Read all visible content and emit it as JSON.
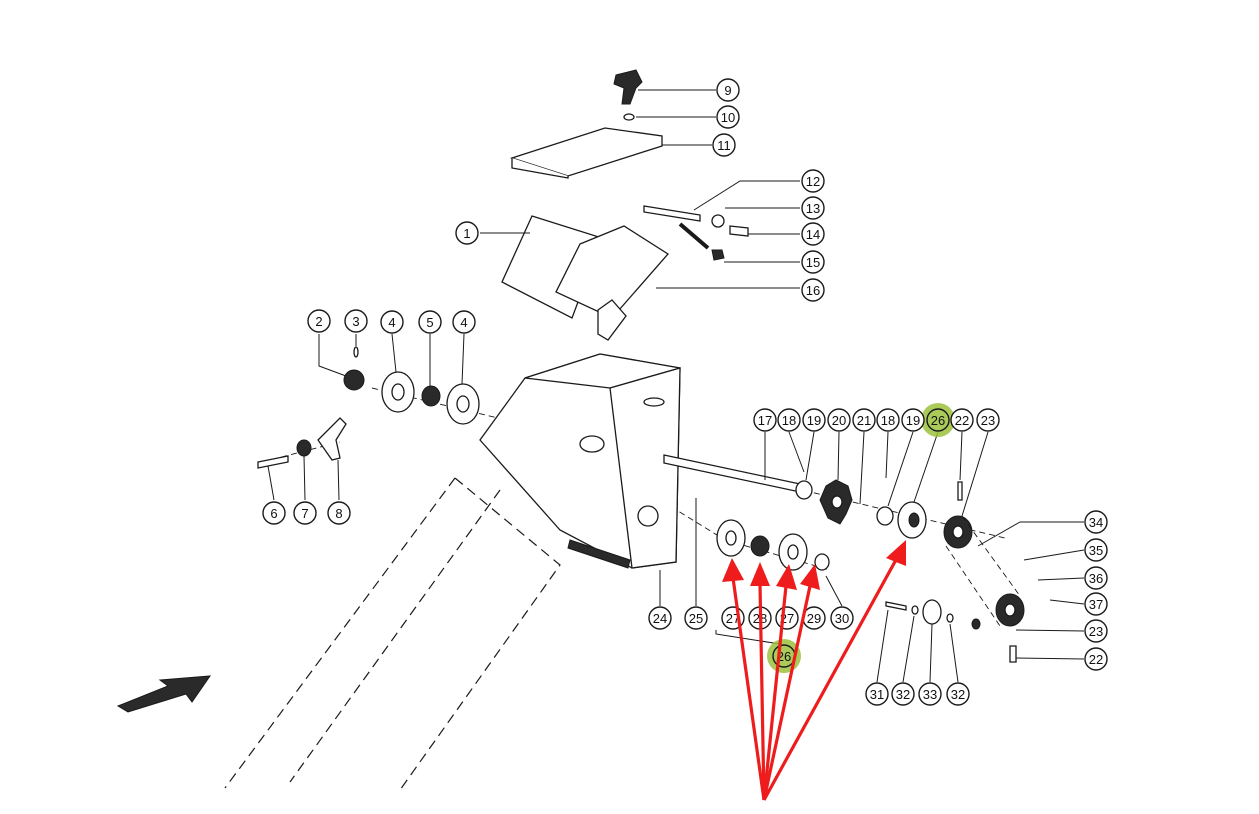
{
  "colors": {
    "highlight": "#9bc13c",
    "arrow": "#ee1c1c",
    "ink": "#1a1a1a"
  },
  "callouts": [
    {
      "id": "c9",
      "label": "9",
      "highlighted": false
    },
    {
      "id": "c10",
      "label": "10",
      "highlighted": false
    },
    {
      "id": "c11",
      "label": "11",
      "highlighted": false
    },
    {
      "id": "c12",
      "label": "12",
      "highlighted": false
    },
    {
      "id": "c13",
      "label": "13",
      "highlighted": false
    },
    {
      "id": "c14",
      "label": "14",
      "highlighted": false
    },
    {
      "id": "c15",
      "label": "15",
      "highlighted": false
    },
    {
      "id": "c16",
      "label": "16",
      "highlighted": false
    },
    {
      "id": "c1",
      "label": "1",
      "highlighted": false
    },
    {
      "id": "c2",
      "label": "2",
      "highlighted": false
    },
    {
      "id": "c3",
      "label": "3",
      "highlighted": false
    },
    {
      "id": "c4a",
      "label": "4",
      "highlighted": false
    },
    {
      "id": "c5",
      "label": "5",
      "highlighted": false
    },
    {
      "id": "c4b",
      "label": "4",
      "highlighted": false
    },
    {
      "id": "c6",
      "label": "6",
      "highlighted": false
    },
    {
      "id": "c7",
      "label": "7",
      "highlighted": false
    },
    {
      "id": "c8",
      "label": "8",
      "highlighted": false
    },
    {
      "id": "c17",
      "label": "17",
      "highlighted": false
    },
    {
      "id": "c18a",
      "label": "18",
      "highlighted": false
    },
    {
      "id": "c19a",
      "label": "19",
      "highlighted": false
    },
    {
      "id": "c20",
      "label": "20",
      "highlighted": false
    },
    {
      "id": "c21",
      "label": "21",
      "highlighted": false
    },
    {
      "id": "c18b",
      "label": "18",
      "highlighted": false
    },
    {
      "id": "c19b",
      "label": "19",
      "highlighted": false
    },
    {
      "id": "c26a",
      "label": "26",
      "highlighted": true
    },
    {
      "id": "c22a",
      "label": "22",
      "highlighted": false
    },
    {
      "id": "c23a",
      "label": "23",
      "highlighted": false
    },
    {
      "id": "c34",
      "label": "34",
      "highlighted": false
    },
    {
      "id": "c35",
      "label": "35",
      "highlighted": false
    },
    {
      "id": "c36",
      "label": "36",
      "highlighted": false
    },
    {
      "id": "c37",
      "label": "37",
      "highlighted": false
    },
    {
      "id": "c23b",
      "label": "23",
      "highlighted": false
    },
    {
      "id": "c22b",
      "label": "22",
      "highlighted": false
    },
    {
      "id": "c24",
      "label": "24",
      "highlighted": false
    },
    {
      "id": "c25",
      "label": "25",
      "highlighted": false
    },
    {
      "id": "c27a",
      "label": "27",
      "highlighted": false
    },
    {
      "id": "c28",
      "label": "28",
      "highlighted": false
    },
    {
      "id": "c27b",
      "label": "27",
      "highlighted": false
    },
    {
      "id": "c29",
      "label": "29",
      "highlighted": false
    },
    {
      "id": "c30",
      "label": "30",
      "highlighted": false
    },
    {
      "id": "c26b",
      "label": "26",
      "highlighted": true
    },
    {
      "id": "c31",
      "label": "31",
      "highlighted": false
    },
    {
      "id": "c32a",
      "label": "32",
      "highlighted": false
    },
    {
      "id": "c33",
      "label": "33",
      "highlighted": false
    },
    {
      "id": "c32b",
      "label": "32",
      "highlighted": false
    }
  ]
}
